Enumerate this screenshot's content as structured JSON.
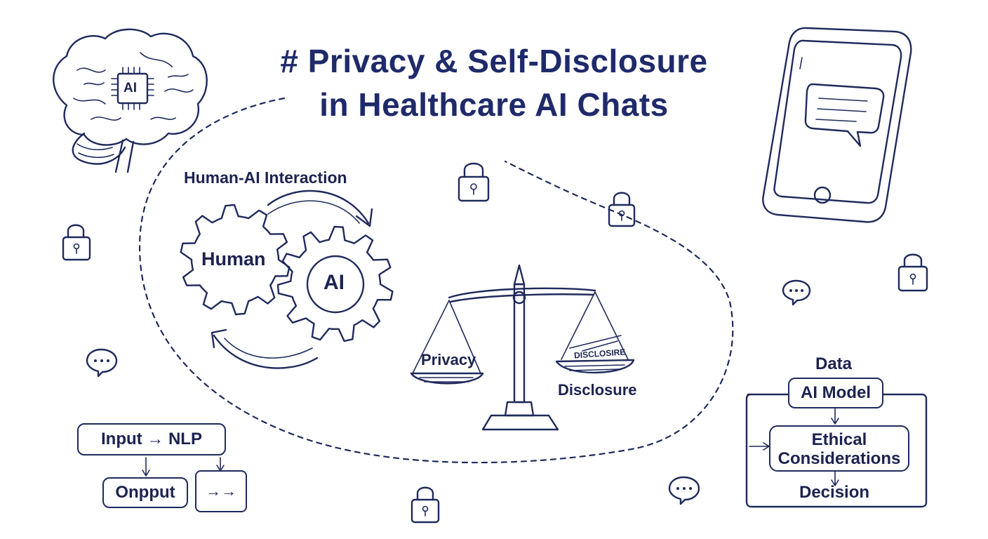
{
  "title": {
    "line1": "# Privacy & Self-Disclosure",
    "line2": "in Healthcare AI Chats"
  },
  "brain": {
    "chip_label": "AI"
  },
  "interaction": {
    "heading": "Human-AI Interaction",
    "human_gear": "Human",
    "ai_gear": "AI"
  },
  "scale": {
    "left_label": "Privacy",
    "right_pan_scribble": "DISCLOSIRE",
    "right_label": "Disclosure"
  },
  "flow_left": {
    "input_box": "Input → NLP",
    "output_box": "Onpput",
    "arrow_box": "→→"
  },
  "flow_right": {
    "data": "Data",
    "model": "AI Model",
    "ethics_line1": "Ethical",
    "ethics_line2": "Considerations",
    "decision": "Decision"
  },
  "colors": {
    "ink": "#1f2a5c",
    "title": "#1f2a6b"
  },
  "icons": [
    "brain-icon",
    "chip-icon",
    "padlock-icon",
    "speech-bubble-icon",
    "smartphone-icon",
    "gear-icon",
    "balance-scale-icon"
  ]
}
